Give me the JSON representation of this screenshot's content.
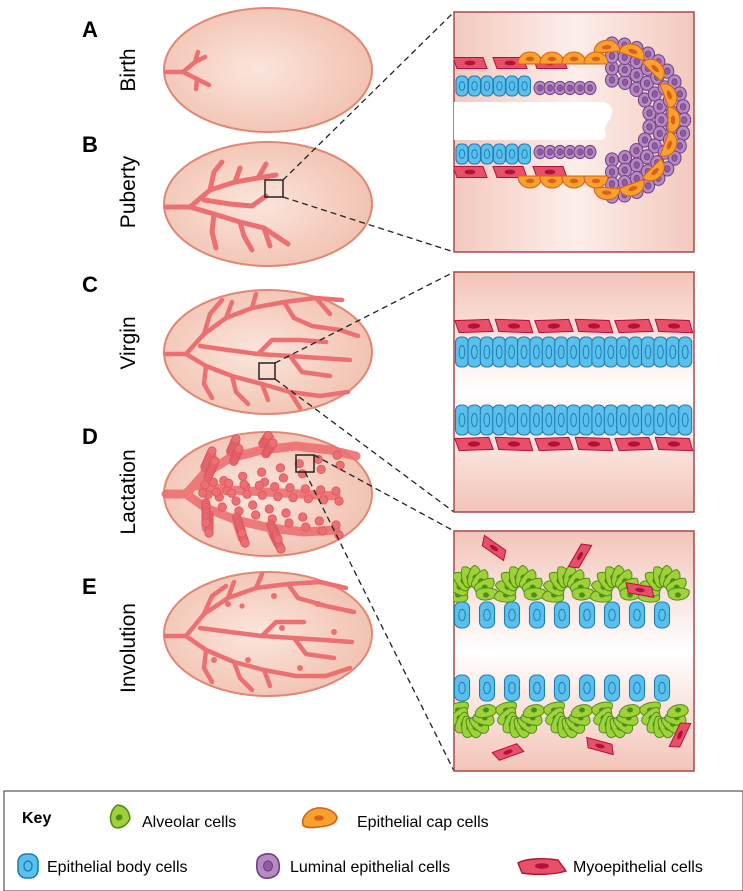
{
  "stages": [
    {
      "letter": "A",
      "label": "Birth"
    },
    {
      "letter": "B",
      "label": "Puberty"
    },
    {
      "letter": "C",
      "label": "Virgin"
    },
    {
      "letter": "D",
      "label": "Lactation"
    },
    {
      "letter": "E",
      "label": "Involution"
    }
  ],
  "key": {
    "title": "Key",
    "items": [
      {
        "label": "Alveolar cells",
        "icon": "alveolar-cell-icon"
      },
      {
        "label": "Epithelial cap cells",
        "icon": "cap-cell-icon"
      },
      {
        "label": "Epithelial body cells",
        "icon": "body-cell-icon"
      },
      {
        "label": "Luminal epithelial cells",
        "icon": "luminal-cell-icon"
      },
      {
        "label": "Myoepithelial cells",
        "icon": "myoepithelial-cell-icon"
      }
    ]
  },
  "colors": {
    "gland_fill": "#f7d3c4",
    "gland_stroke": "#e08876",
    "duct": "#ec6f71",
    "panel_fill": "#f8ddd6",
    "panel_stroke": "#a54b4b",
    "myo_fill": "#e8506a",
    "myo_nucleus": "#b3103a",
    "body_fill": "#5cc0ec",
    "body_stroke": "#1e7fb5",
    "luminal_fill": "#b88ac4",
    "luminal_stroke": "#6c3f7e",
    "cap_fill": "#f7a12e",
    "cap_stroke": "#d9601a",
    "alveolar_fill": "#9fd23a",
    "alveolar_stroke": "#4f8d18"
  }
}
